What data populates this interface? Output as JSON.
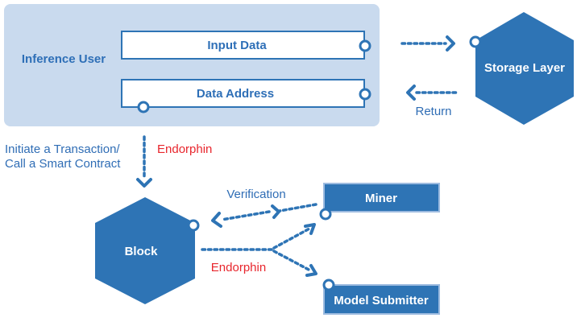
{
  "user_panel": {
    "label": "Inference User",
    "input_data": "Input Data",
    "data_address": "Data Address"
  },
  "storage": {
    "label": "Storage Layer",
    "return_label": "Return"
  },
  "transaction": {
    "line1": "Initiate a Transaction/",
    "line2": "Call a Smart Contract",
    "endorphin": "Endorphin"
  },
  "block": {
    "label": "Block",
    "endorphin": "Endorphin"
  },
  "miner": {
    "label": "Miner",
    "verification": "Verification"
  },
  "model_submitter": {
    "label": "Model Submitter"
  },
  "colors": {
    "panel": "#c9daee",
    "accent": "#2e74b5",
    "text_blue": "#2f6db5",
    "text_red": "#e8262d"
  }
}
